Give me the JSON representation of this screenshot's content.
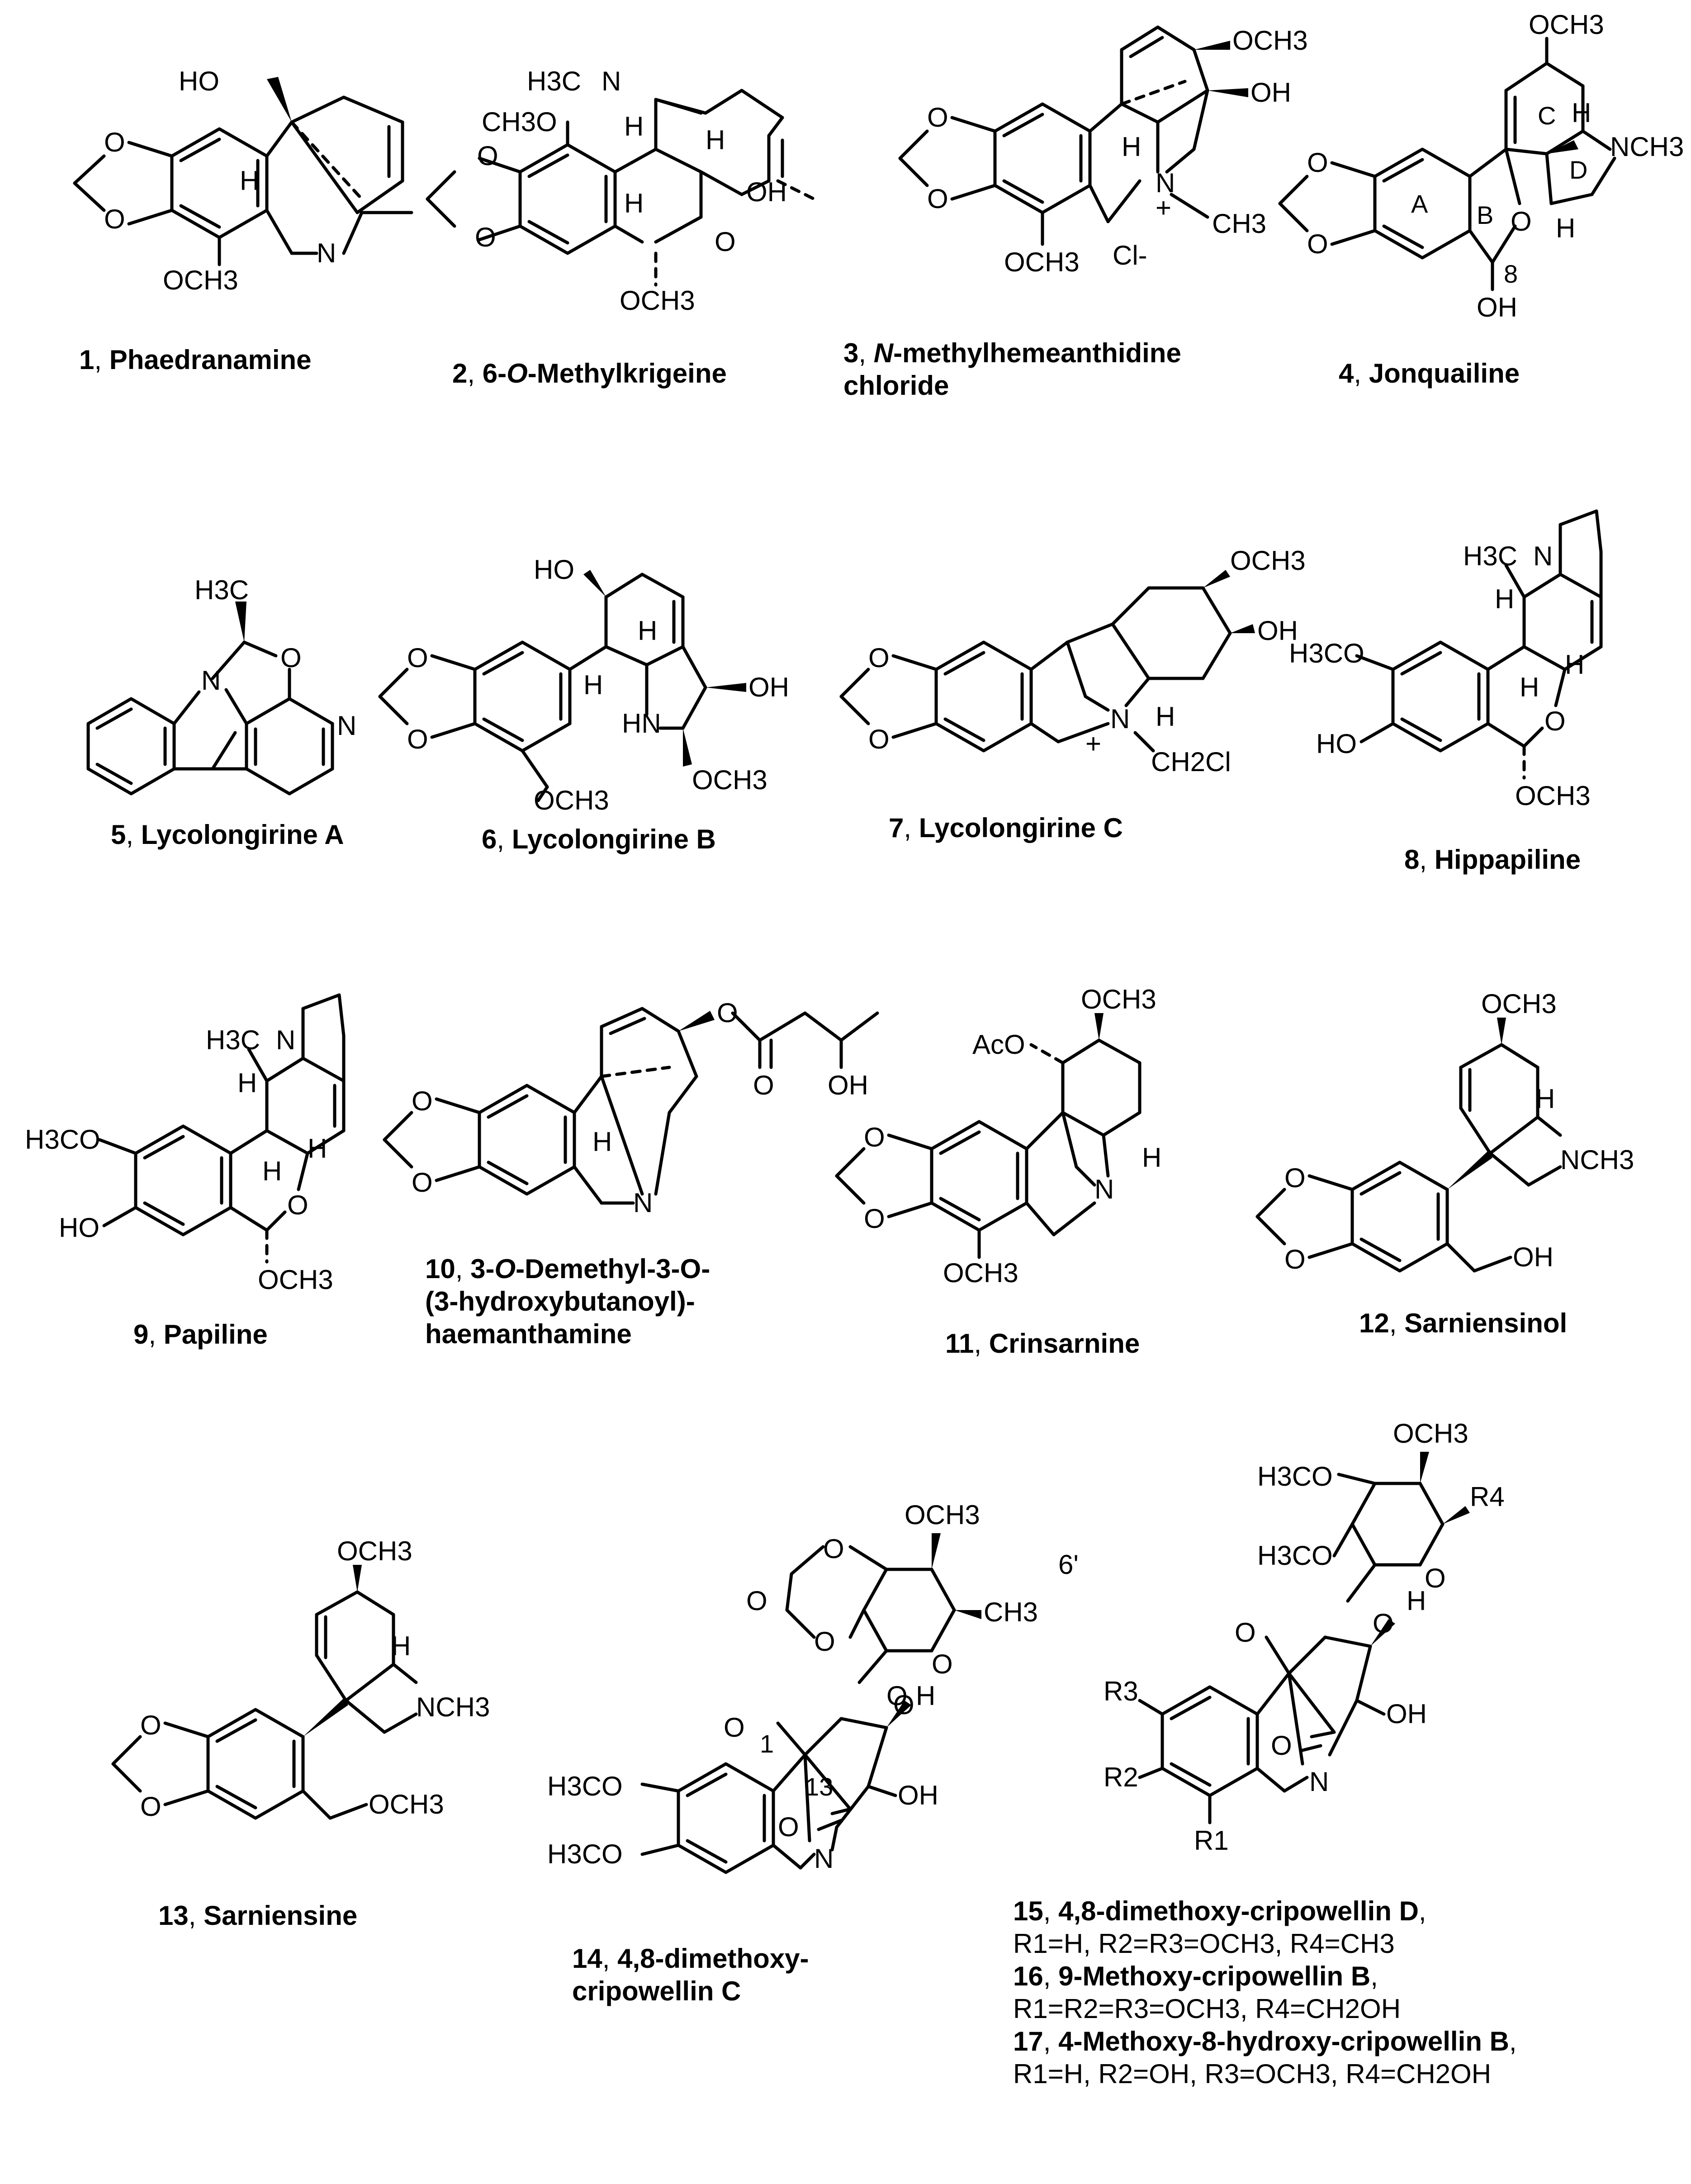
{
  "compounds": [
    {
      "num": "1",
      "name": "Phaedranamine",
      "atoms": [
        "HO",
        "O",
        "O",
        "N",
        "H",
        "OCH3"
      ]
    },
    {
      "num": "2",
      "name": "6-O-Methylkrigeine",
      "atoms": [
        "H3C",
        "N",
        "CH3O",
        "H",
        "H",
        "O",
        "O",
        "H",
        "OH",
        "O",
        "OCH3"
      ]
    },
    {
      "num": "3",
      "name": "N-methylhemeanthidine chloride",
      "atoms": [
        "OCH3",
        "OH",
        "O",
        "O",
        "H",
        "N",
        "+",
        "CH3",
        "OCH3",
        "Cl-"
      ]
    },
    {
      "num": "4",
      "name": "Jonquailine",
      "atoms": [
        "OCH3",
        "H",
        "NCH3",
        "C",
        "D",
        "A",
        "B",
        "O",
        "O",
        "O",
        "H",
        "8",
        "OH"
      ]
    },
    {
      "num": "5",
      "name": "Lycolongirine A",
      "atoms": [
        "H3C",
        "N",
        "O",
        "N"
      ]
    },
    {
      "num": "6",
      "name": "Lycolongirine B",
      "atoms": [
        "HO",
        "H",
        "O",
        "O",
        "H",
        "HN",
        "OH",
        "OCH3",
        "OCH3"
      ]
    },
    {
      "num": "7",
      "name": "Lycolongirine C",
      "atoms": [
        "OCH3",
        "OH",
        "O",
        "O",
        "N",
        "H",
        "+",
        "CH2Cl"
      ]
    },
    {
      "num": "8",
      "name": "Hippapiline",
      "atoms": [
        "H3C",
        "N",
        "H",
        "H",
        "H3CO",
        "HO",
        "H",
        "O",
        "OCH3"
      ]
    },
    {
      "num": "9",
      "name": "Papiline",
      "atoms": [
        "H3C",
        "N",
        "H",
        "H",
        "H3CO",
        "HO",
        "H",
        "O",
        "OCH3"
      ]
    },
    {
      "num": "10",
      "name": "3-O-Demethyl-3-O-(3-hydroxybutanoyl)-haemanthamine",
      "atoms": [
        "O",
        "O",
        "OH",
        "O",
        "O",
        "H",
        "N"
      ]
    },
    {
      "num": "11",
      "name": "Crinsarnine",
      "atoms": [
        "OCH3",
        "AcO",
        "O",
        "O",
        "N",
        "H",
        "OCH3"
      ]
    },
    {
      "num": "12",
      "name": "Sarniensinol",
      "atoms": [
        "OCH3",
        "H",
        "NCH3",
        "O",
        "O",
        "OH"
      ]
    },
    {
      "num": "13",
      "name": "Sarniensine",
      "atoms": [
        "OCH3",
        "H",
        "NCH3",
        "O",
        "O",
        "OCH3"
      ]
    },
    {
      "num": "14",
      "name": "4,8-dimethoxy-cripowellin C",
      "atoms": [
        "OCH3",
        "6'",
        "O",
        "O",
        "CH3",
        "O",
        "O",
        "O",
        "H",
        "O",
        "O",
        "1",
        "13",
        "H3CO",
        "H3CO",
        "O",
        "N",
        "OH"
      ]
    },
    {
      "num": "15",
      "name": "4,8-dimethoxy-cripowellin D",
      "r_groups": "R1=H, R2=R3=OCH3, R4=CH3"
    },
    {
      "num": "16",
      "name": "9-Methoxy-cripowellin B",
      "r_groups": "R1=R2=R3=OCH3, R4=CH2OH"
    },
    {
      "num": "17",
      "name": "4-Methoxy-8-hydroxy-cripowellin B",
      "r_groups": "R1=H, R2=OH, R3=OCH3, R4=CH2OH"
    }
  ],
  "shared_structure_15_17": {
    "atoms": [
      "OCH3",
      "H3CO",
      "R4",
      "O",
      "H3CO",
      "H",
      "O",
      "O",
      "O",
      "OH",
      "R3",
      "R2",
      "R1",
      "N",
      "O"
    ]
  },
  "captions": {
    "c1_num": "1",
    "c1_name": "Phaedranamine",
    "c2_num": "2",
    "c2_pre": "6-",
    "c2_it": "O",
    "c2_post": "-Methylkrigeine",
    "c3_num": "3",
    "c3_it": "N",
    "c3_post": "-methylhemeanthidine",
    "c3_line2": "chloride",
    "c4_num": "4",
    "c4_name": "Jonquailine",
    "c5_num": "5",
    "c5_name": "Lycolongirine A",
    "c6_num": "6",
    "c6_name": "Lycolongirine B",
    "c7_num": "7",
    "c7_name": "Lycolongirine C",
    "c8_num": "8",
    "c8_name": "Hippapiline",
    "c9_num": "9",
    "c9_name": "Papiline",
    "c10_num": "10",
    "c10_pre": "3-",
    "c10_it": "O",
    "c10_post": "-Demethyl-3-O-",
    "c10_line2": "(3-hydroxybutanoyl)-",
    "c10_line3": "haemanthamine",
    "c11_num": "11",
    "c11_name": "Crinsarnine",
    "c12_num": "12",
    "c12_name": "Sarniensinol",
    "c13_num": "13",
    "c13_name": "Sarniensine",
    "c14_num": "14",
    "c14_line1": "4,8-dimethoxy-",
    "c14_line2": "cripowellin C",
    "c15_num": "15",
    "c15_name": "4,8-dimethoxy-cripowellin D",
    "c16_num": "16",
    "c16_name": "9-Methoxy-cripowellin B",
    "c17_num": "17",
    "c17_name": "4-Methoxy-8-hydroxy-cripowellin B",
    "sep": ", "
  }
}
